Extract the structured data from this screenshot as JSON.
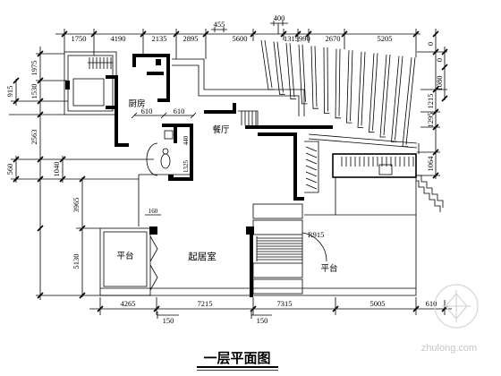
{
  "title": "一层平面图",
  "rooms": {
    "kitchen": "厨房",
    "dining": "餐厅",
    "living": "起居室",
    "platform_left": "平台",
    "platform_right": "平台"
  },
  "stair_radius": "R915",
  "dimensions": {
    "top": [
      "1750",
      "4190",
      "2135",
      "2895",
      "455",
      "400",
      "5600",
      "1315",
      "990",
      "2670",
      "5205"
    ],
    "left": [
      "1975",
      "915",
      "1530",
      "2563",
      "560",
      "1040",
      "3965",
      "5130"
    ],
    "right": [
      "0",
      "0",
      "1080",
      "1215",
      "1295",
      "1064"
    ],
    "bottom": [
      "4265",
      "7215",
      "7315",
      "5005",
      "610"
    ],
    "offsets": [
      "150",
      "150"
    ],
    "interior": [
      "610",
      "610",
      "440",
      "1325",
      "160"
    ]
  },
  "watermark": "zhulong.com",
  "colors": {
    "line": "#000000",
    "watermark": "#c4c4c4"
  }
}
